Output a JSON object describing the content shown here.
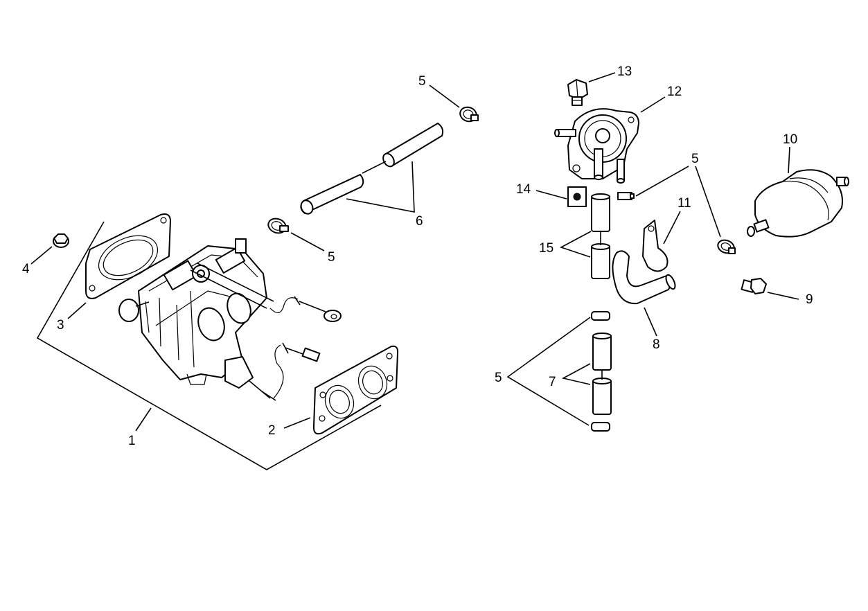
{
  "callouts": {
    "c1": "1",
    "c2": "2",
    "c3": "3",
    "c4": "4",
    "c5a": "5",
    "c5b": "5",
    "c5c": "5",
    "c5d": "5",
    "c6": "6",
    "c7": "7",
    "c8": "8",
    "c9": "9",
    "c10": "10",
    "c11": "11",
    "c12": "12",
    "c13": "13",
    "c14": "14",
    "c15": "15"
  }
}
